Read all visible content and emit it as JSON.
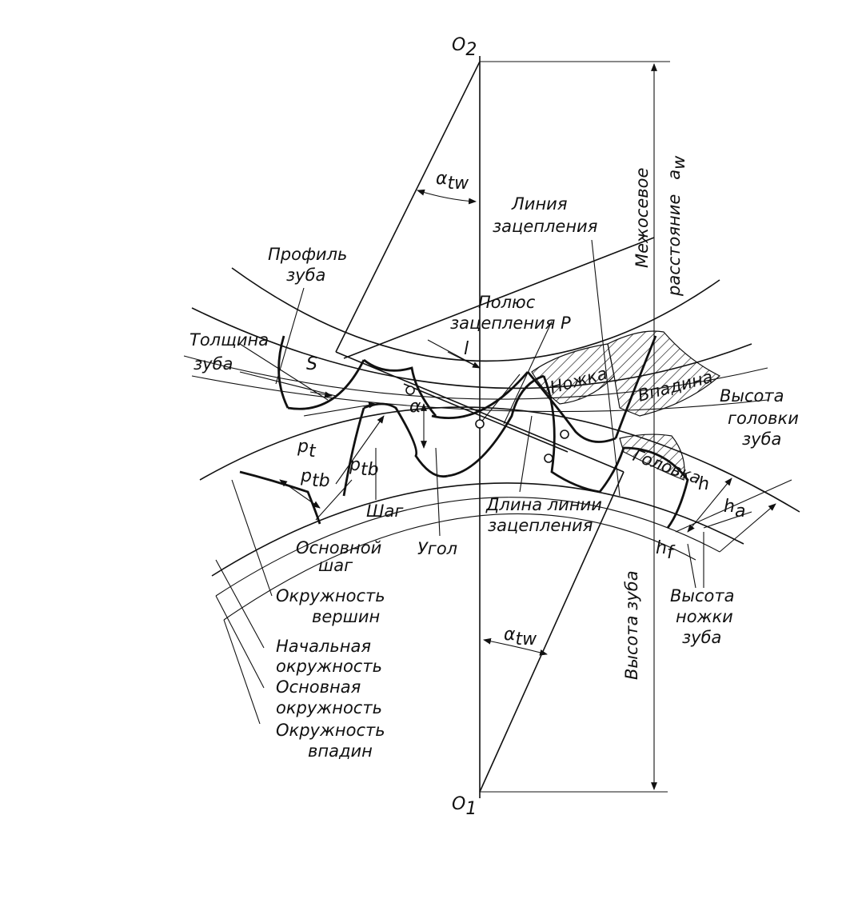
{
  "labels": {
    "o2": "O",
    "o2_sub": "2",
    "o1": "O",
    "o1_sub": "1",
    "alpha_tw_top": "α",
    "alpha_tw_top_sub": "tw",
    "alpha_tw_bottom": "α",
    "alpha_tw_bottom_sub": "tw",
    "alpha": "α",
    "l": "l",
    "s": "S",
    "pt": "p",
    "pt_sub": "t",
    "ptb": "p",
    "ptb_sub": "tb",
    "ptb2": "p",
    "ptb2_sub": "tb",
    "h": "h",
    "ha": "h",
    "ha_sub": "a",
    "hf": "h",
    "hf_sub": "f",
    "aw": "a",
    "aw_sub": "w",
    "mezhosevoe": "Межосевое",
    "rasstoyanie": "расстояние",
    "liniya": "Линия",
    "zatsepleniya_1": "зацепления",
    "profil": "Профиль",
    "zuba_profil": "зуба",
    "polyus": "Полюс",
    "zatsepleniya_p": "зацепления P",
    "tolshchina": "Толщина",
    "zuba_tolshchina": "зуба",
    "nozhka": "Ножка",
    "vpadina": "Впадина",
    "golovka": "Головка",
    "vysota_golovki_1": "Высота",
    "vysota_golovki_2": "головки",
    "vysota_golovki_3": "зуба",
    "dlina_linii": "Длина линии",
    "zatsepleniya_2": "зацепления",
    "shag": "Шаг",
    "ugol": "Угол",
    "osnovnoy": "Основной",
    "shag2": "шаг",
    "vysota_zuba": "Высота  зуба",
    "vysota_nozhki_1": "Высота",
    "vysota_nozhki_2": "ножки",
    "vysota_nozhki_3": "зуба",
    "okruzhnost_vershin_1": "Окружность",
    "okruzhnost_vershin_2": "вершин",
    "nachalnaya_1": "Начальная",
    "nachalnaya_2": "окружность",
    "osnovnaya_1": "Основная",
    "osnovnaya_2": "окружность",
    "okruzhnost_vpadin_1": "Окружность",
    "okruzhnost_vpadin_2": "впадин"
  }
}
